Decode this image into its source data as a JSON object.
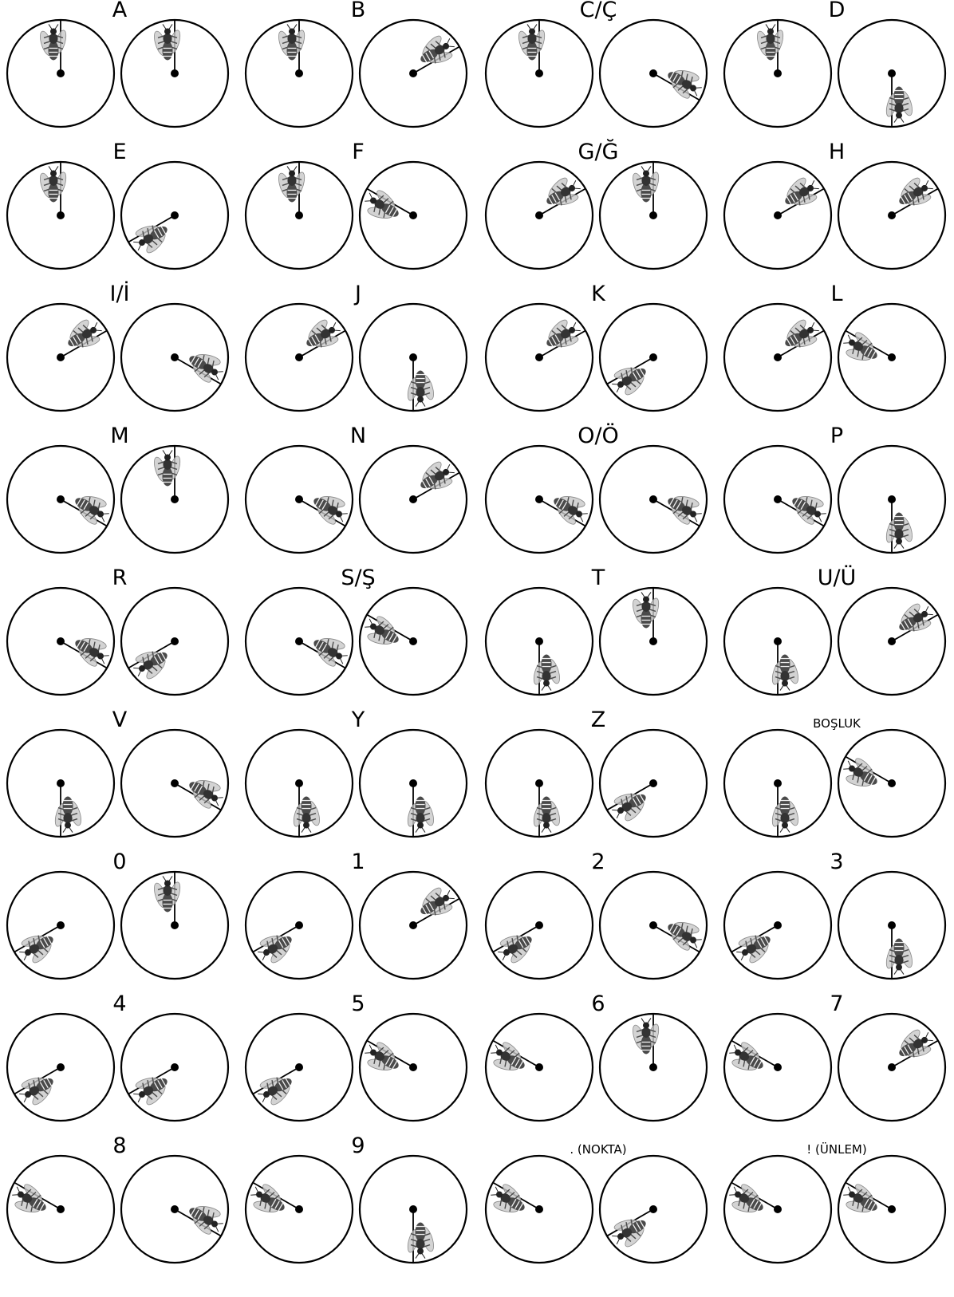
{
  "cells": [
    {
      "label": "A",
      "dials": [
        {
          "angle": 0
        },
        {
          "angle": 0
        }
      ]
    },
    {
      "label": "B",
      "dials": [
        {
          "angle": 0
        },
        {
          "angle": 60
        }
      ]
    },
    {
      "label": "C/Ç",
      "dials": [
        {
          "angle": 0
        },
        {
          "angle": 120
        }
      ]
    },
    {
      "label": "D",
      "dials": [
        {
          "angle": 0
        },
        {
          "angle": 180
        }
      ]
    },
    {
      "label": "E",
      "dials": [
        {
          "angle": 0
        },
        {
          "angle": 240
        }
      ]
    },
    {
      "label": "F",
      "dials": [
        {
          "angle": 0
        },
        {
          "angle": 300
        }
      ]
    },
    {
      "label": "G/Ğ",
      "dials": [
        {
          "angle": 60
        },
        {
          "angle": 0
        }
      ]
    },
    {
      "label": "H",
      "dials": [
        {
          "angle": 60
        },
        {
          "angle": 60
        }
      ]
    },
    {
      "label": "I/İ",
      "dials": [
        {
          "angle": 60
        },
        {
          "angle": 120
        }
      ]
    },
    {
      "label": "J",
      "dials": [
        {
          "angle": 60
        },
        {
          "angle": 180
        }
      ]
    },
    {
      "label": "K",
      "dials": [
        {
          "angle": 60
        },
        {
          "angle": 240
        }
      ]
    },
    {
      "label": "L",
      "dials": [
        {
          "angle": 60
        },
        {
          "angle": 300
        }
      ]
    },
    {
      "label": "M",
      "dials": [
        {
          "angle": 120
        },
        {
          "angle": 0
        }
      ]
    },
    {
      "label": "N",
      "dials": [
        {
          "angle": 120
        },
        {
          "angle": 60
        }
      ]
    },
    {
      "label": "O/Ö",
      "dials": [
        {
          "angle": 120
        },
        {
          "angle": 120
        }
      ]
    },
    {
      "label": "P",
      "dials": [
        {
          "angle": 120
        },
        {
          "angle": 180
        }
      ]
    },
    {
      "label": "R",
      "dials": [
        {
          "angle": 120
        },
        {
          "angle": 240
        }
      ]
    },
    {
      "label": "S/Ş",
      "dials": [
        {
          "angle": 120
        },
        {
          "angle": 300
        }
      ]
    },
    {
      "label": "T",
      "dials": [
        {
          "angle": 180
        },
        {
          "angle": 0
        }
      ]
    },
    {
      "label": "U/Ü",
      "dials": [
        {
          "angle": 180
        },
        {
          "angle": 60
        }
      ]
    },
    {
      "label": "V",
      "dials": [
        {
          "angle": 180
        },
        {
          "angle": 120
        }
      ]
    },
    {
      "label": "Y",
      "dials": [
        {
          "angle": 180
        },
        {
          "angle": 180
        }
      ]
    },
    {
      "label": "Z",
      "dials": [
        {
          "angle": 180
        },
        {
          "angle": 240
        }
      ]
    },
    {
      "label": "BOŞLUK",
      "dials": [
        {
          "angle": 180
        },
        {
          "angle": 300
        }
      ]
    },
    {
      "label": "0",
      "dials": [
        {
          "angle": 240
        },
        {
          "angle": 0
        }
      ]
    },
    {
      "label": "1",
      "dials": [
        {
          "angle": 240
        },
        {
          "angle": 60
        }
      ]
    },
    {
      "label": "2",
      "dials": [
        {
          "angle": 240
        },
        {
          "angle": 120
        }
      ]
    },
    {
      "label": "3",
      "dials": [
        {
          "angle": 240
        },
        {
          "angle": 180
        }
      ]
    },
    {
      "label": "4",
      "dials": [
        {
          "angle": 240
        },
        {
          "angle": 240
        }
      ]
    },
    {
      "label": "5",
      "dials": [
        {
          "angle": 240
        },
        {
          "angle": 300
        }
      ]
    },
    {
      "label": "6",
      "dials": [
        {
          "angle": 300
        },
        {
          "angle": 0
        }
      ]
    },
    {
      "label": "7",
      "dials": [
        {
          "angle": 300
        },
        {
          "angle": 60
        }
      ]
    },
    {
      "label": "8",
      "dials": [
        {
          "angle": 300
        },
        {
          "angle": 120
        }
      ]
    },
    {
      "label": "9",
      "dials": [
        {
          "angle": 300
        },
        {
          "angle": 180
        }
      ]
    },
    {
      "label": ". (NOKTA)",
      "dials": [
        {
          "angle": 300
        },
        {
          "angle": 240
        }
      ]
    },
    {
      "label": "! (ÜNLEM)",
      "dials": [
        {
          "angle": 300
        },
        {
          "angle": 300
        }
      ]
    }
  ],
  "colors": {
    "line": "#000000",
    "bee_body": "#4a4a4a",
    "bee_wing": "#c8c8c8",
    "bee_band": "#f0f0f0"
  }
}
